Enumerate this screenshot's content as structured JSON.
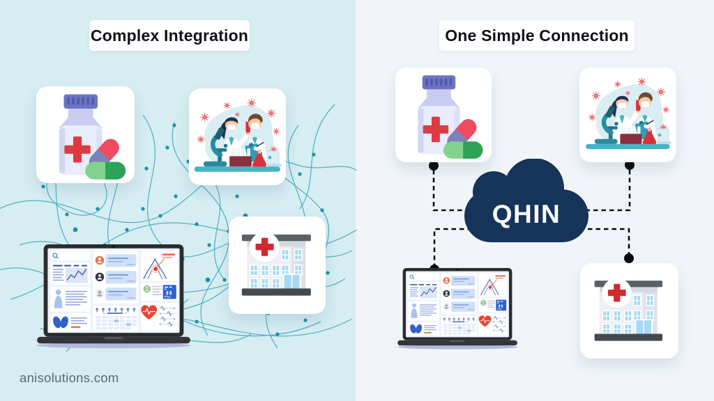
{
  "left_panel": {
    "title": "Complex Integration",
    "background_color": "#d6edf2",
    "items": [
      "medicine-bottle",
      "lab-scientists",
      "hospital-building",
      "ehr-laptop"
    ]
  },
  "right_panel": {
    "title": "One Simple Connection",
    "background_color": "#f1f5fa",
    "hub_label": "QHIN",
    "hub_color": "#16335a",
    "items": [
      "medicine-bottle",
      "lab-scientists",
      "ehr-laptop",
      "hospital-building"
    ]
  },
  "footer": {
    "website": "anisolutions.com"
  },
  "colors": {
    "network_line": "#3aa6ba",
    "network_node": "#1b91a7",
    "connector": "#0a0a0a",
    "card_background": "#ffffff",
    "medical_red": "#dd3b44",
    "pill_green": "#2ca356",
    "capsule_red": "#ee4b60",
    "bottle_purple": "#6b74c4",
    "window_blue": "#a6d8f2",
    "teal_accent": "#44b4c6",
    "hub_text": "#ffffff"
  }
}
